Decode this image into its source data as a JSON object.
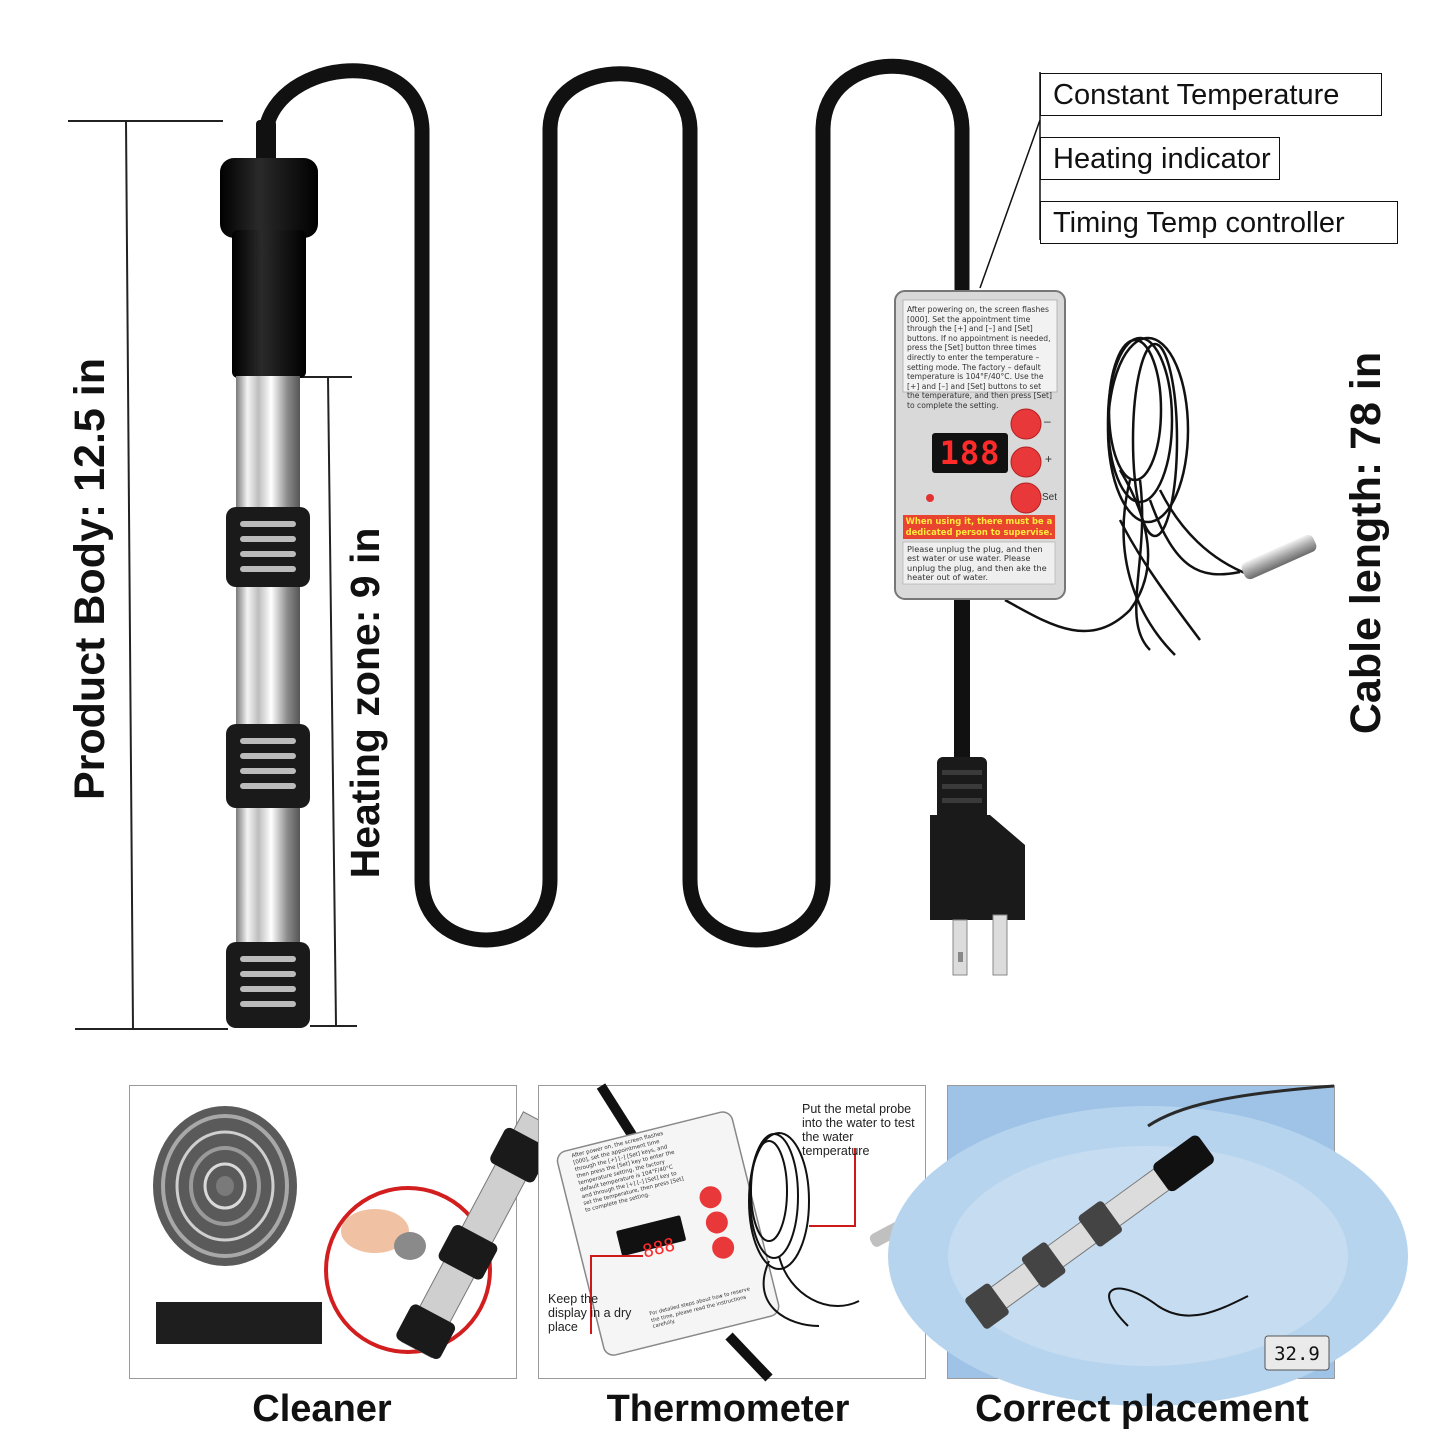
{
  "features": {
    "constant_temperature": "Constant Temperature",
    "heating_indicator": "Heating indicator",
    "timing_temp_controller": "Timing Temp controller"
  },
  "dimensions": {
    "product_body": "Product Body: 12.5 in",
    "heating_zone": "Heating zone: 9 in",
    "cable_length": "Cable length: 78 in"
  },
  "controller": {
    "instructions": "After powering on, the screen flashes [000]. Set the appointment time through the [+] and [–] and [Set] buttons. If no appointment is needed, press the [Set] button three times directly to enter the temperature – setting mode. The factory – default temperature is 104°F/40°C. Use the [+] and [–] and [Set] buttons to set the temperature, and then press [Set] to complete the setting.",
    "display": "188",
    "minus_label": "–",
    "plus_label": "+",
    "set_label": "Set",
    "warning": "When using it, there must be a dedicated person to supervise.",
    "note": "Please unplug the plug, and then est water or use water. Please unplug the plug, and then ake the heater out of  water."
  },
  "panels": {
    "cleaner": {
      "caption": "Cleaner"
    },
    "thermometer": {
      "caption": "Thermometer",
      "probe_note": "Put the metal probe into the water to test the water temperature",
      "display_note": "Keep the display in a dry place",
      "mini_instructions": "After power on, the screen flashes [000], set the appointment time through the [+] [–] [Set] keys, and then press the [Set] key to enter the temperature setting, the factory default temperature is 104°F/40°C and through the [+] [–] [Set] key to set the temperature, then press [Set] to complete the setting.",
      "mini_footer": "For detailed steps about how to reserve the time, please read the instructions carefully.",
      "mini_display": "888"
    },
    "placement": {
      "caption": "Correct placement",
      "thermo_reading": "32.9"
    }
  },
  "colors": {
    "cable": "#111111",
    "steel": "#c9c9c9",
    "controller_body": "#dcdcdc",
    "button_red": "#e8383a",
    "display_red": "#ff2a2a",
    "warning_bg": "#e9442f",
    "water": "#a9cbe8",
    "pointer_red": "#cc1a1a"
  }
}
